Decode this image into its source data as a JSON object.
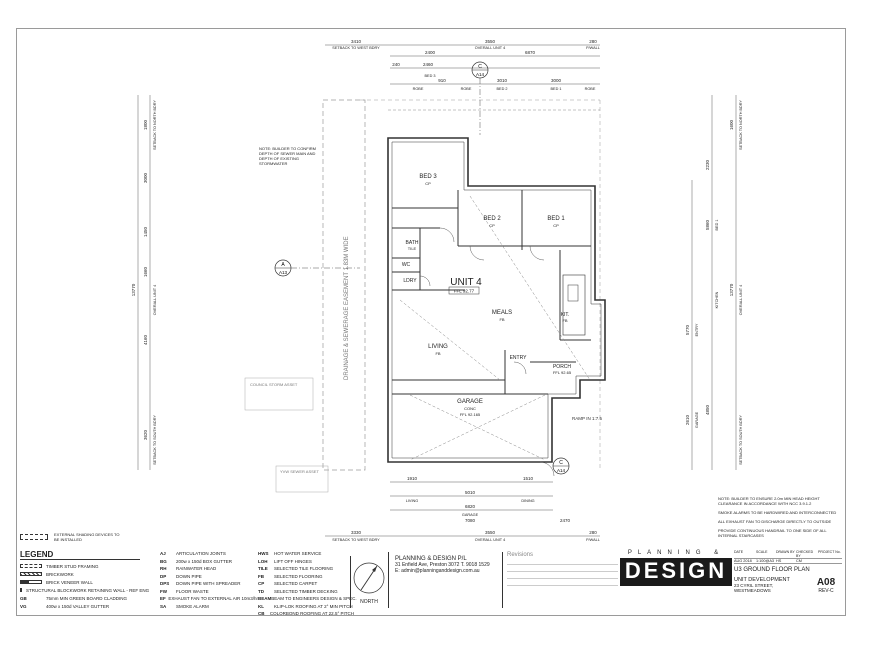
{
  "plan": {
    "dims_top": [
      "3410",
      "3550",
      "280",
      "2400",
      "6870",
      "240",
      "910",
      "3010",
      "3000",
      "2460"
    ],
    "dims_top_labels": [
      "SETBACK TO WEST BDRY",
      "OVERALL UNIT 4",
      "P/WALL",
      "BED 3",
      "BED 2",
      "BED 1",
      "ROBE",
      "ROBE",
      "ROBE"
    ],
    "dims_bottom": [
      "1910",
      "5010",
      "1510",
      "6820",
      "7080",
      "3330",
      "3550",
      "280",
      "2470"
    ],
    "dims_bottom_labels": [
      "LIVING",
      "GARAGE",
      "DINING",
      "SETBACK TO WEST BDRY",
      "OVERALL UNIT 4",
      "P/WALL"
    ],
    "dims_left": [
      "1800",
      "3000",
      "1450",
      "1660",
      "4160",
      "3620",
      "13770"
    ],
    "dims_left_labels": [
      "SETBACK TO NORTH BDRY",
      "OVERALL UNIT 4",
      "SETBACK TO SOUTH BDRY"
    ],
    "dims_right": [
      "1600",
      "2230",
      "5860",
      "5770",
      "4850",
      "2610",
      "13770"
    ],
    "dims_right_labels": [
      "SETBACK TO NORTH BDRY",
      "BED 1",
      "KITCHEN",
      "ENTRY",
      "GARAGE",
      "OVERALL UNIT 4",
      "SETBACK TO SOUTH BDRY"
    ],
    "easement": "DRAINAGE & SEWERAGE EASEMENT 1.83M WIDE",
    "unit_title": "UNIT 4",
    "ffl": "FFL 92.77",
    "rooms": [
      {
        "name": "BED 3",
        "sub": "CP"
      },
      {
        "name": "BED 2",
        "sub": "CP"
      },
      {
        "name": "BED 1",
        "sub": "CP"
      },
      {
        "name": "BATH",
        "sub": "TILE"
      },
      {
        "name": "WC",
        "sub": ""
      },
      {
        "name": "LDRY",
        "sub": ""
      },
      {
        "name": "LIVING",
        "sub": "FB"
      },
      {
        "name": "MEALS",
        "sub": "FB"
      },
      {
        "name": "KIT.",
        "sub": "FB"
      },
      {
        "name": "ENTRY",
        "sub": ""
      },
      {
        "name": "GARAGE",
        "sub": "CONC"
      },
      {
        "name": "PORCH",
        "sub": ""
      }
    ],
    "garage_ffl": "FFL 92.165",
    "porch_ffl": "FFL 92.65",
    "ramp": "RAMP IN 1:7.5",
    "section_a": {
      "letter": "A",
      "sheet": "A13"
    },
    "section_c": {
      "letter": "C",
      "sheet": "A14"
    },
    "note_left": "NOTE: BUILDER TO CONFIRM DEPTH OF SEWER MAIN AND DEPTH OF EXISTING STORMWATER",
    "council_asset": "COUNCIL STORM ASSET",
    "yvw_asset": "YVW SEWER ASSET",
    "shading_note": "EXTERNAL SHADING DEVICES TO BE INSTALLED",
    "right_notes": [
      "NOTE: BUILDER TO ENSURE 2.0m MIN HEAD HEIGHT CLEARANCE IN ACCORDANCE WITH NCC 3.9.1.2",
      "SMOKE ALARMS TO BE HARDWIRED AND INTERCONNECTED",
      "ALL EXHAUST FAN TO DISCHARGE DIRECTLY TO OUTSIDE",
      "PROVIDE CONTINUOUS HANDRAIL TO ONE SIDE OF ALL INTERNAL STAIRCASES"
    ]
  },
  "legend": {
    "title": "LEGEND",
    "items": [
      "TIMBER STUD FRAMING",
      "BRICKWORK",
      "BRICK VENEER WALL",
      "STRUCTURAL BLOCKWORK RETAINING WALL - REF ENG",
      "75mm MIN GREEN BOARD CLADDING",
      "400w x 150d VALLEY GUTTER"
    ],
    "codes": [
      "",
      "",
      "",
      "",
      "GB",
      "VG"
    ]
  },
  "abbreviations": {
    "col1": [
      {
        "k": "AJ",
        "v": "ARTICULATION JOINTS"
      },
      {
        "k": "BG",
        "v": "200w x 150d BOX GUTTER"
      },
      {
        "k": "RH",
        "v": "RAINWATER HEAD"
      },
      {
        "k": "DP",
        "v": "DOWN PIPE"
      },
      {
        "k": "DPS",
        "v": "DOWN PIPE WITH SPREADER"
      },
      {
        "k": "FW",
        "v": "FLOOR WASTE"
      },
      {
        "k": "EF",
        "v": "EXHAUST FAN TO EXTERNAL AIR 10m3/hr"
      },
      {
        "k": "SA",
        "v": "SMOKE ALARM"
      }
    ],
    "col2": [
      {
        "k": "HWS",
        "v": "HOT WATER SERVICE"
      },
      {
        "k": "LOH",
        "v": "LIFT OFF HINGES"
      },
      {
        "k": "TILE",
        "v": "SELECTED TILE FLOORING"
      },
      {
        "k": "FB",
        "v": "SELECTED FLOORING"
      },
      {
        "k": "CP",
        "v": "SELECTED CARPET"
      },
      {
        "k": "TD",
        "v": "SELECTED TIMBER DECKING"
      },
      {
        "k": "BEAM",
        "v": "BEAM TO ENGINEERS DESIGN & SPEC."
      },
      {
        "k": "KL",
        "v": "KLIP-LOK ROOFING AT 2° MIN PITCH"
      },
      {
        "k": "CB",
        "v": "COLORBOND ROOFING AT 22.5° PITCH"
      }
    ]
  },
  "firm": {
    "name": "PLANNING & DESIGN P/L",
    "address": "31 Enfield Ave, Preston 3072",
    "phone": "T. 9018 1529",
    "email": "E: admin@planninganddesign.com.au",
    "revisions_label": "Revisions",
    "north_label": "NORTH",
    "logo_top": "PLANNING &",
    "logo_main": "DESIGN"
  },
  "titleblock": {
    "headers": [
      "DATE",
      "SCALE",
      "DRAWN BY",
      "CHECKED BY",
      "PROJECT No."
    ],
    "values": [
      "AUG 2018",
      "1:100@A3",
      "HS",
      "CM",
      ""
    ],
    "sheet_title": "U3 GROUND FLOOR PLAN",
    "project": "UNIT DEVELOPMENT",
    "address1": "23 CYRIL STREET,",
    "address2": "WESTMEADOWS",
    "sheet_no": "A08",
    "revision": "REV-C"
  },
  "colors": {
    "line": "#333333",
    "light": "#9a9a9a",
    "logo_bg": "#1a1a1a"
  }
}
